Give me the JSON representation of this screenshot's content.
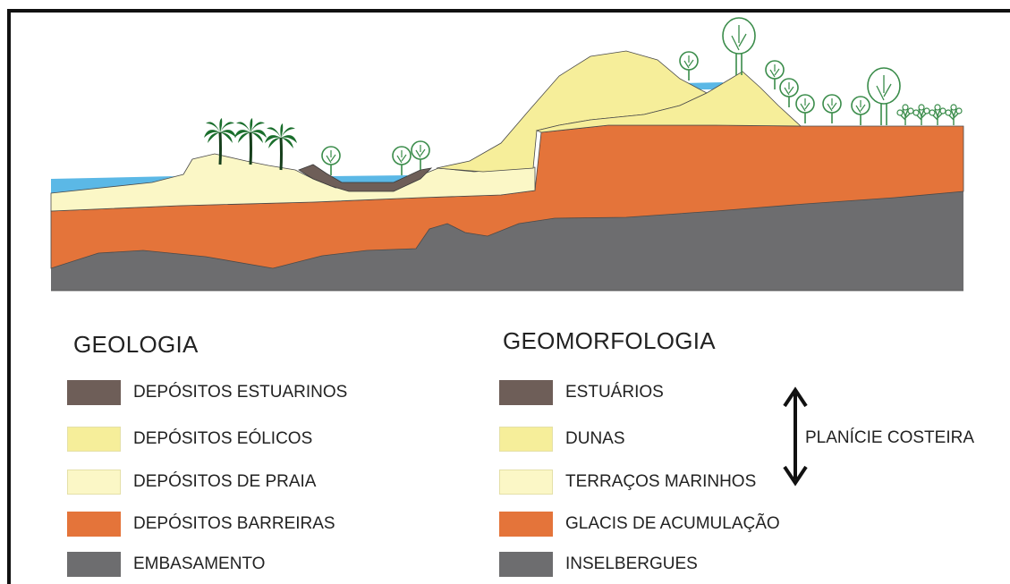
{
  "colors": {
    "sea": "#5bb8e6",
    "estuarine": "#6e5e58",
    "eolian": "#f6ee9a",
    "beach": "#fbf7c6",
    "barreiras": "#e4743a",
    "basement": "#6d6d6f",
    "palm": "#1a6e2c",
    "tree_line": "#3a8c4a",
    "tree_fill": "#ffffff",
    "outline": "#4a4a4a"
  },
  "legend": {
    "geologia": {
      "title": "GEOLOGIA",
      "items": [
        {
          "label": "DEPÓSITOS ESTUARINOS",
          "color": "#6e5e58"
        },
        {
          "label": "DEPÓSITOS EÓLICOS",
          "color": "#f6ee9a"
        },
        {
          "label": "DEPÓSITOS DE PRAIA",
          "color": "#fbf7c6"
        },
        {
          "label": "DEPÓSITOS BARREIRAS",
          "color": "#e4743a"
        },
        {
          "label": "EMBASAMENTO",
          "color": "#6d6d6f"
        }
      ]
    },
    "geomorfologia": {
      "title": "GEOMORFOLOGIA",
      "items": [
        {
          "label": "ESTUÁRIOS",
          "color": "#6e5e58"
        },
        {
          "label": "DUNAS",
          "color": "#f6ee9a"
        },
        {
          "label": "TERRAÇOS MARINHOS",
          "color": "#fbf7c6"
        },
        {
          "label": "GLACIS DE ACUMULAÇÃO",
          "color": "#e4743a"
        },
        {
          "label": "INSELBERGUES",
          "color": "#6d6d6f"
        }
      ]
    },
    "planicie_label": "PLANÍCIE COSTEIRA"
  },
  "icons": {
    "palms": "palm-tree-icon",
    "trees": "tree-icon",
    "arrow": "double-arrow-icon"
  }
}
